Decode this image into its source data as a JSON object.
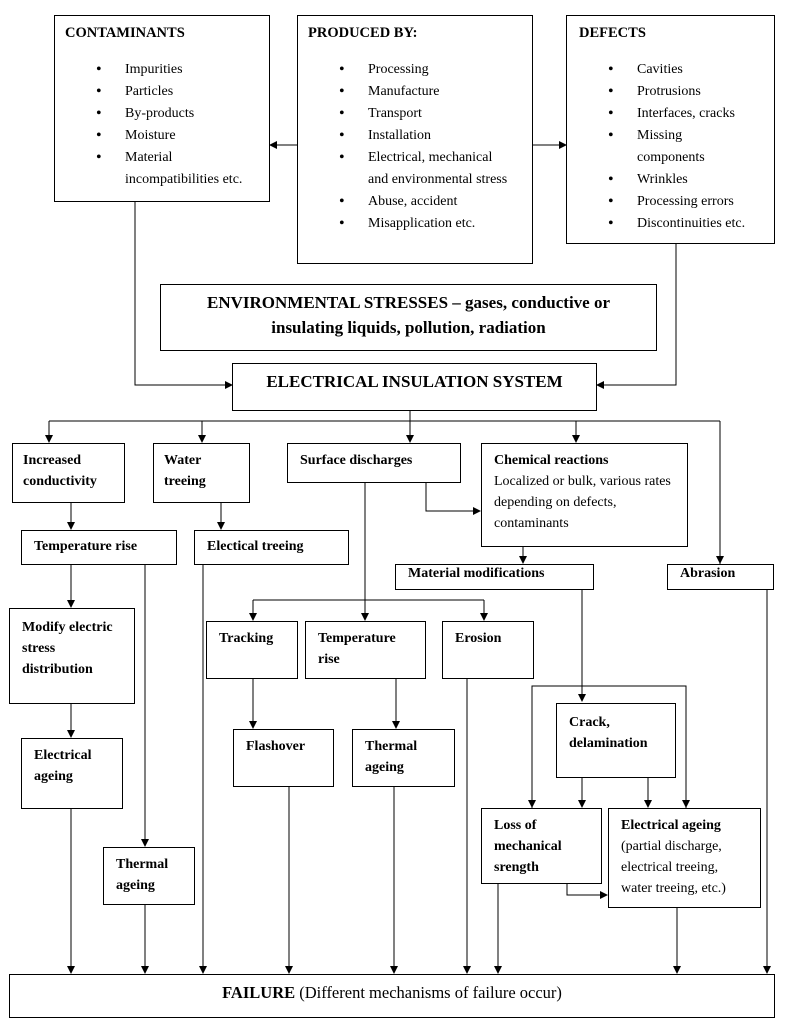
{
  "contaminants": {
    "title": "CONTAMINANTS",
    "items": [
      "Impurities",
      "Particles",
      "By-products",
      "Moisture",
      "Material incompatibilities etc."
    ]
  },
  "produced_by": {
    "title": "PRODUCED BY:",
    "items": [
      "Processing",
      "Manufacture",
      "Transport",
      "Installation",
      "Electrical, mechanical and environmental stress",
      "Abuse, accident",
      "Misapplication etc."
    ]
  },
  "defects": {
    "title": "DEFECTS",
    "items": [
      "Cavities",
      "Protrusions",
      "Interfaces, cracks",
      "Missing components",
      "Wrinkles",
      "Processing errors",
      "Discontinuities etc."
    ]
  },
  "environmental": "ENVIRONMENTAL STRESSES – gases, conductive or insulating liquids, pollution, radiation",
  "insulation_system": "ELECTRICAL INSULATION SYSTEM",
  "nodes": {
    "increased_conductivity": "Increased conductivity",
    "water_treeing": "Water treeing",
    "surface_discharges": "Surface discharges",
    "chemical_reactions_title": "Chemical reactions",
    "chemical_reactions_desc": "Localized or bulk, various rates depending on defects, contaminants",
    "temperature_rise_1": "Temperature rise",
    "electrical_treeing": "Electical treeing",
    "material_modifications": "Material modifications",
    "abrasion": "Abrasion",
    "modify_stress": "Modify electric stress distribution",
    "tracking": "Tracking",
    "temperature_rise_2": "Temperature rise",
    "erosion": "Erosion",
    "crack": "Crack, delamination",
    "electrical_ageing_1": "Electrical ageing",
    "flashover": "Flashover",
    "thermal_ageing_2": "Thermal ageing",
    "loss_mechanical": "Loss of mechanical srength",
    "electrical_ageing_2_title": "Electrical ageing",
    "electrical_ageing_2_desc": "(partial discharge, electrical treeing, water treeing, etc.)",
    "thermal_ageing_1": "Thermal ageing"
  },
  "failure": {
    "title": "FAILURE",
    "desc": "(Different mechanisms of failure occur)"
  }
}
